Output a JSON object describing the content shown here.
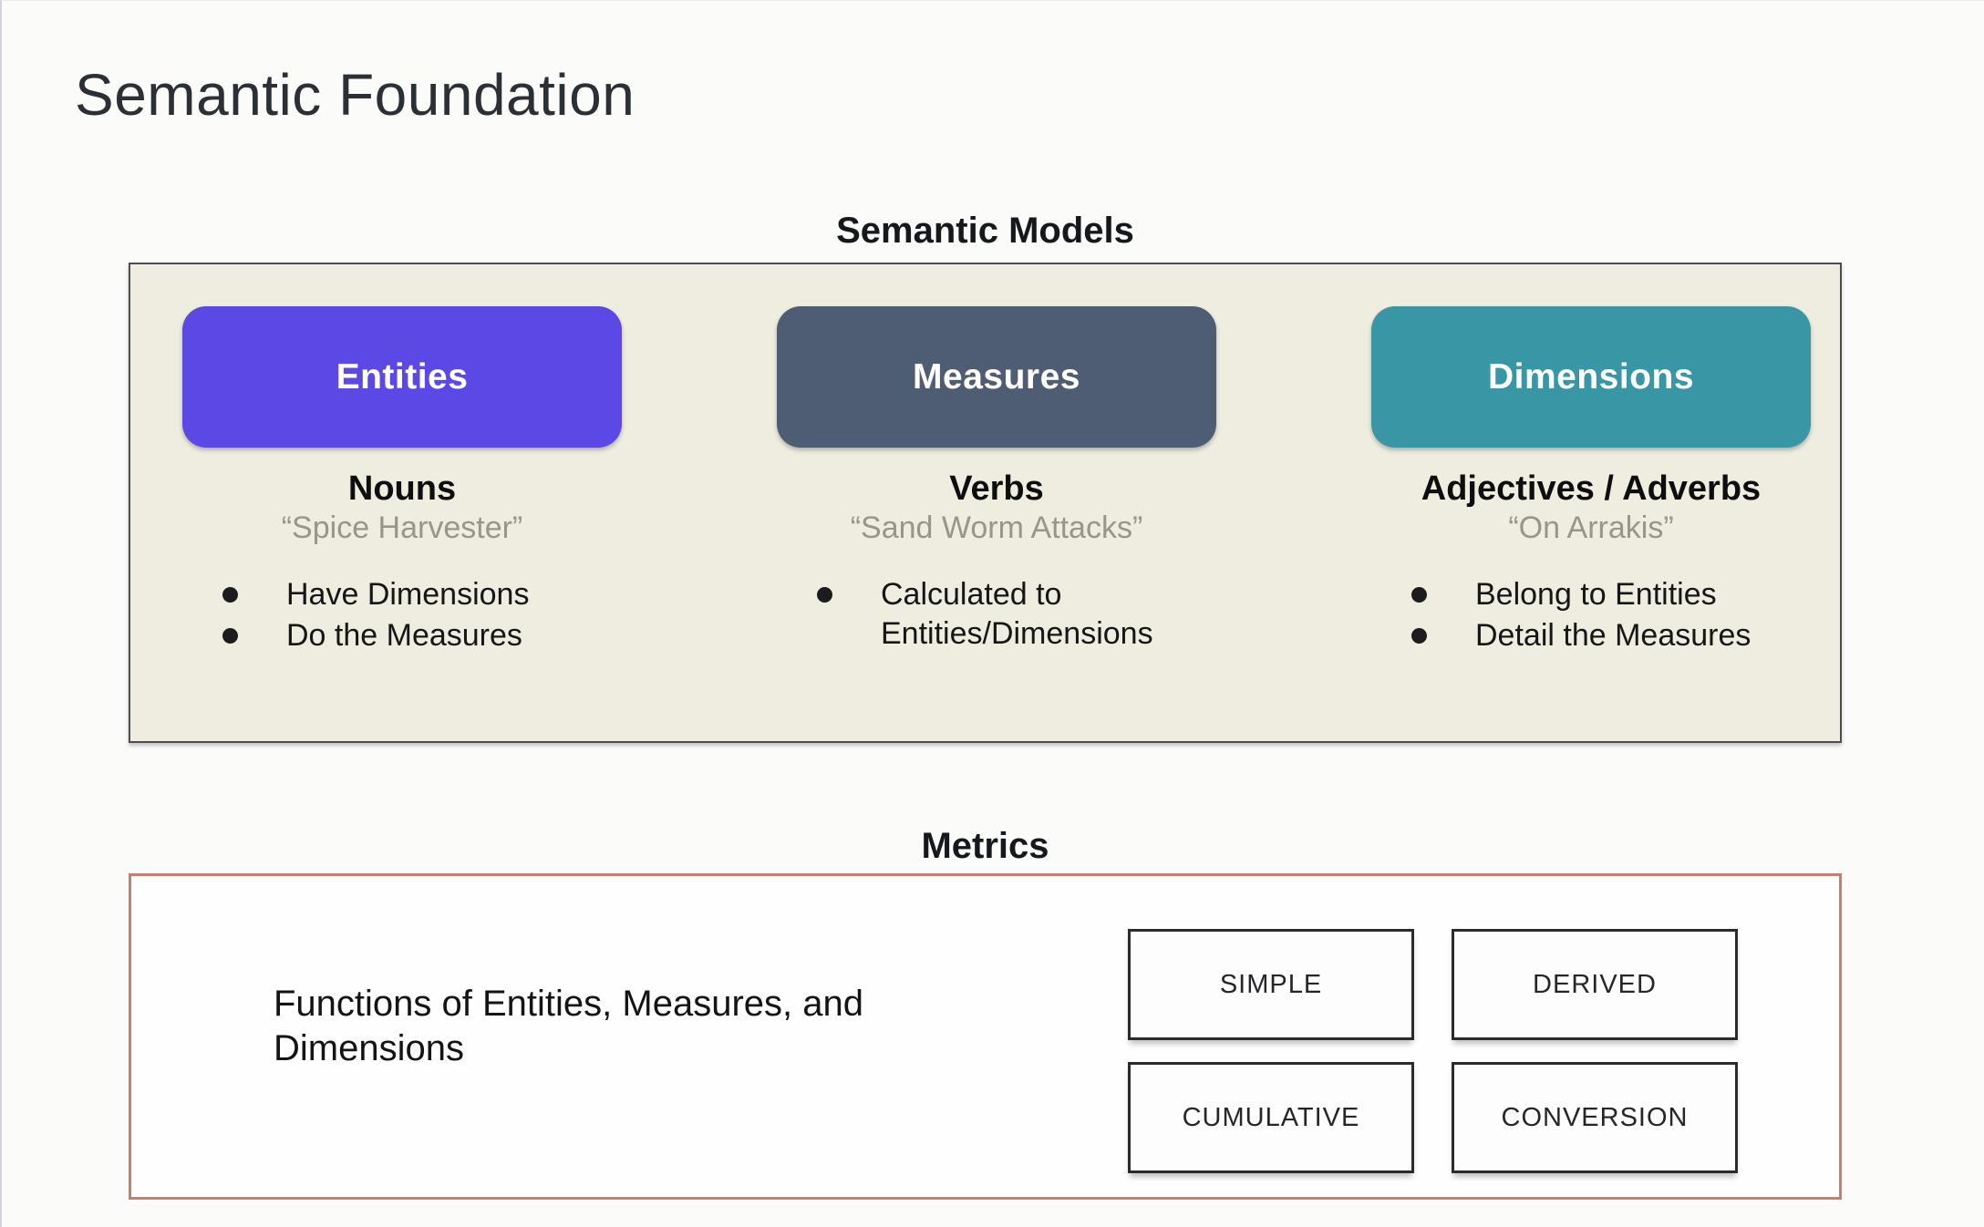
{
  "slide": {
    "title": "Semantic Foundation"
  },
  "semantic_models": {
    "heading": "Semantic Models",
    "panel_bg": "#eeede0",
    "panel_border": "#4d4d4d",
    "columns": [
      {
        "pill_label": "Entities",
        "pill_color": "#5b48e5",
        "role": "Nouns",
        "example": "“Spice Harvester”",
        "bullets": [
          "Have Dimensions",
          "Do the Measures"
        ]
      },
      {
        "pill_label": "Measures",
        "pill_color": "#4e5d73",
        "role": "Verbs",
        "example": "“Sand Worm Attacks”",
        "bullets": [
          "Calculated to Entities/Dimensions"
        ]
      },
      {
        "pill_label": "Dimensions",
        "pill_color": "#3996a4",
        "role": "Adjectives / Adverbs",
        "example": "“On Arrakis”",
        "bullets": [
          "Belong to Entities",
          "Detail the Measures"
        ]
      }
    ]
  },
  "metrics": {
    "heading": "Metrics",
    "border_color": "#c3806e",
    "description": "Functions of Entities, Measures, and Dimensions",
    "types": [
      "SIMPLE",
      "DERIVED",
      "CUMULATIVE",
      "CONVERSION"
    ]
  }
}
